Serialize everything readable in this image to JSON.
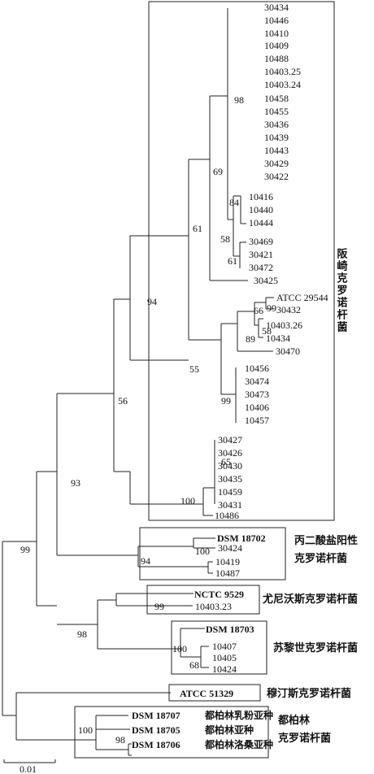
{
  "tips": [
    "30434",
    "10446",
    "10410",
    "10409",
    "10488",
    "10403.25",
    "10403.24",
    "10458",
    "10455",
    "30436",
    "10439",
    "10443",
    "30429",
    "30422",
    "10416",
    "10440",
    "10444",
    "30469",
    "30421",
    "30472",
    "30425",
    "ATCC 29544",
    "30432",
    "10403.26",
    "10434",
    "30470",
    "10456",
    "30474",
    "30473",
    "10406",
    "10457",
    "30427",
    "30426",
    "30430",
    "30435",
    "10459",
    "30431",
    "10486",
    "30424",
    "10419",
    "10487",
    "10403.23",
    "10407",
    "10405",
    "10424"
  ],
  "bold_tips": {
    "dsm18702": "DSM 18702",
    "nctc9529": "NCTC 9529",
    "dsm18703": "DSM 18703",
    "atcc51329": "ATCC 51329",
    "dsm18707": "DSM 18707",
    "dsm18705": "DSM 18705",
    "dsm18706": "DSM 18706"
  },
  "subspecies": {
    "s18707": "都柏林乳粉亚种",
    "s18705": "都柏林亚种",
    "s18706": "都柏林洛桑亚种"
  },
  "bootstrap": {
    "b98a": "98",
    "b69": "69",
    "b84": "84",
    "b58a": "58",
    "b61a": "61",
    "b61b": "61",
    "b94a": "94",
    "b66": "66",
    "b99a": "99",
    "b89": "89",
    "b58b": "58",
    "b55": "55",
    "b99b": "99",
    "b56": "56",
    "b65": "65",
    "b100a": "100",
    "b93": "93",
    "b100b": "100",
    "b94b": "94",
    "b99c": "99",
    "b99d": "99",
    "b98b": "98",
    "b100c": "100",
    "b68": "68",
    "b100d": "100",
    "b98c": "98"
  },
  "groups": {
    "sakazakii": "阪崎克罗诺杆菌",
    "malonaticus_1": "丙二酸盐阳性",
    "malonaticus_2": "克罗诺杆菌",
    "turicensis": "尤尼沃斯克罗诺杆菌",
    "muytjensii_tur": "苏黎世克罗诺杆菌",
    "muytjensii": "穆汀斯克罗诺杆菌",
    "dublinensis_1": "都柏林",
    "dublinensis_2": "克罗诺杆菌"
  },
  "scale_label": "0.01"
}
